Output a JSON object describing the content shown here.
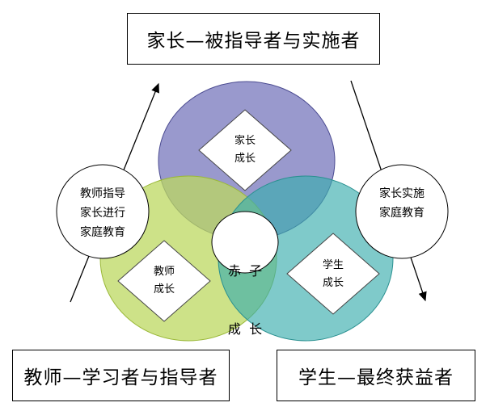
{
  "roles": {
    "parent": "家长—被指导者与实施者",
    "teacher": "教师—学习者与指导者",
    "student": "学生—最终获益者"
  },
  "circles": {
    "parent": {
      "line1": "家长",
      "line2": "成长",
      "color": "#8080c0"
    },
    "teacher": {
      "line1": "教师",
      "line2": "成长",
      "color": "#c4dc64"
    },
    "student": {
      "line1": "学生",
      "line2": "成长",
      "color": "#5abcbc"
    }
  },
  "center": {
    "line1": "赤  子",
    "line2": "成  长"
  },
  "side_left": {
    "line1": "教师指导",
    "line2": "家长进行",
    "line3": "家庭教育"
  },
  "side_right": {
    "line1": "家长实施",
    "line2": "家庭教育"
  }
}
